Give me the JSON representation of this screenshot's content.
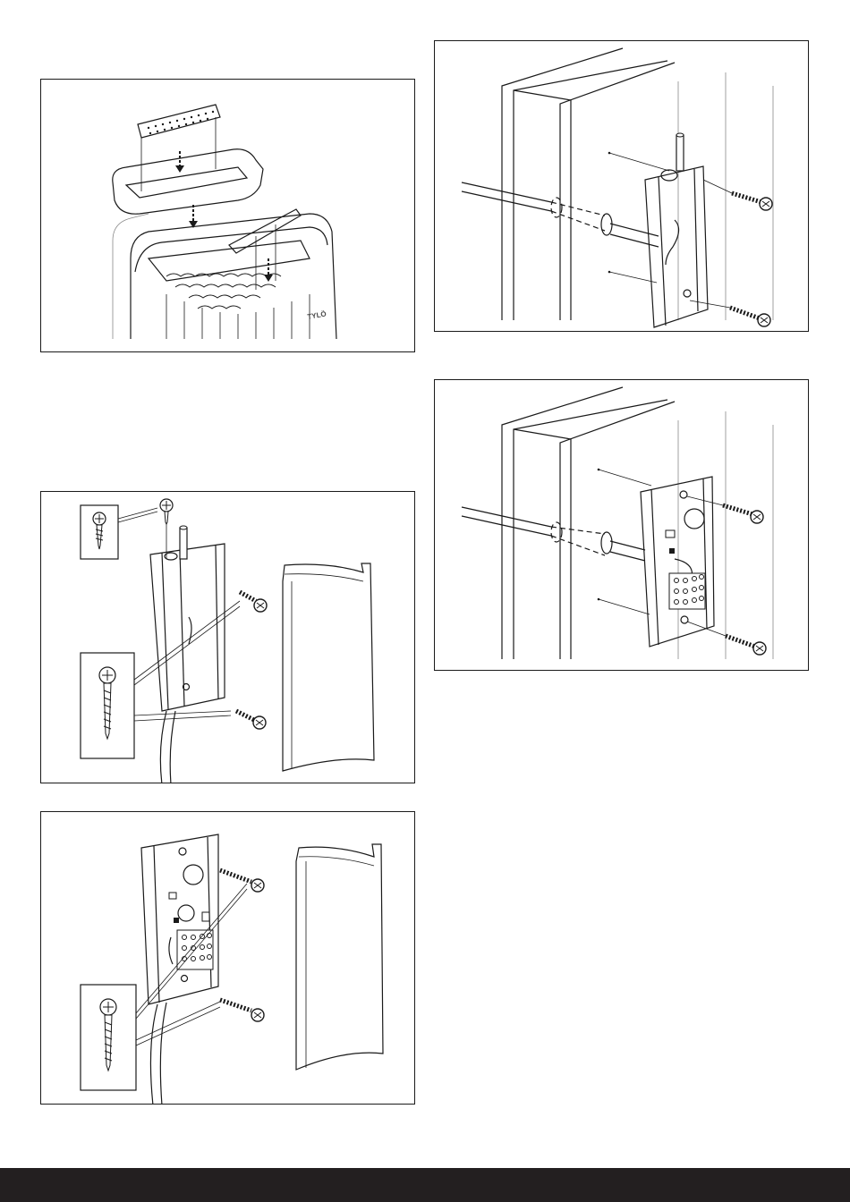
{
  "figures": [
    {
      "id": "fig1",
      "subject": "heater-stone-grill-assembly",
      "brand_mark": "TYLÖ"
    },
    {
      "id": "fig2",
      "subject": "control-panel-wall-mount-cable-through-wall"
    },
    {
      "id": "fig3",
      "subject": "control-panel-wired-mount"
    },
    {
      "id": "fig4",
      "subject": "control-panel-bracket-screws-and-cover"
    },
    {
      "id": "fig5",
      "subject": "control-panel-circuit-board-and-cover"
    }
  ],
  "icons": [
    "screw-detail-icon",
    "pan-head-screw-icon",
    "arrow-down-icon"
  ],
  "colors": {
    "line": "#1a1a1a",
    "footer": "#231f20",
    "background": "#ffffff"
  }
}
